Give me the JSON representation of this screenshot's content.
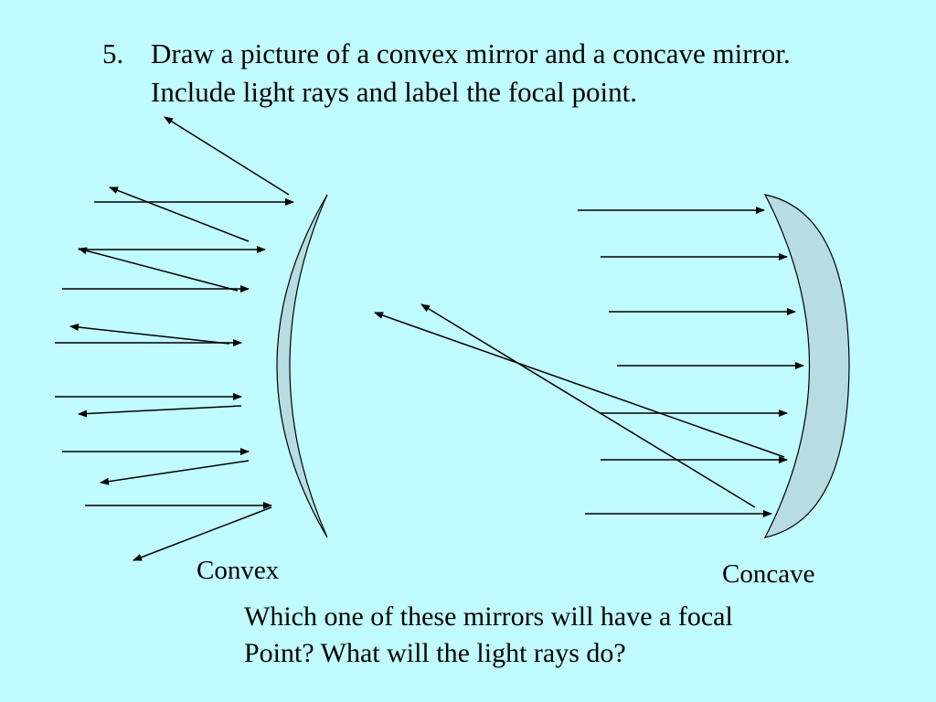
{
  "question": {
    "number": "5.",
    "line1": "Draw a picture of a convex mirror and a concave mirror.",
    "line2": "Include light rays and label the focal point."
  },
  "labels": {
    "convex": "Convex",
    "concave": "Concave"
  },
  "footer": {
    "line1": "Which one of these mirrors will have a focal",
    "line2": "Point?  What will the light rays do?"
  },
  "colors": {
    "background": "#c0fbff",
    "mirror_fill": "#b7dde2",
    "stroke": "#000000"
  }
}
